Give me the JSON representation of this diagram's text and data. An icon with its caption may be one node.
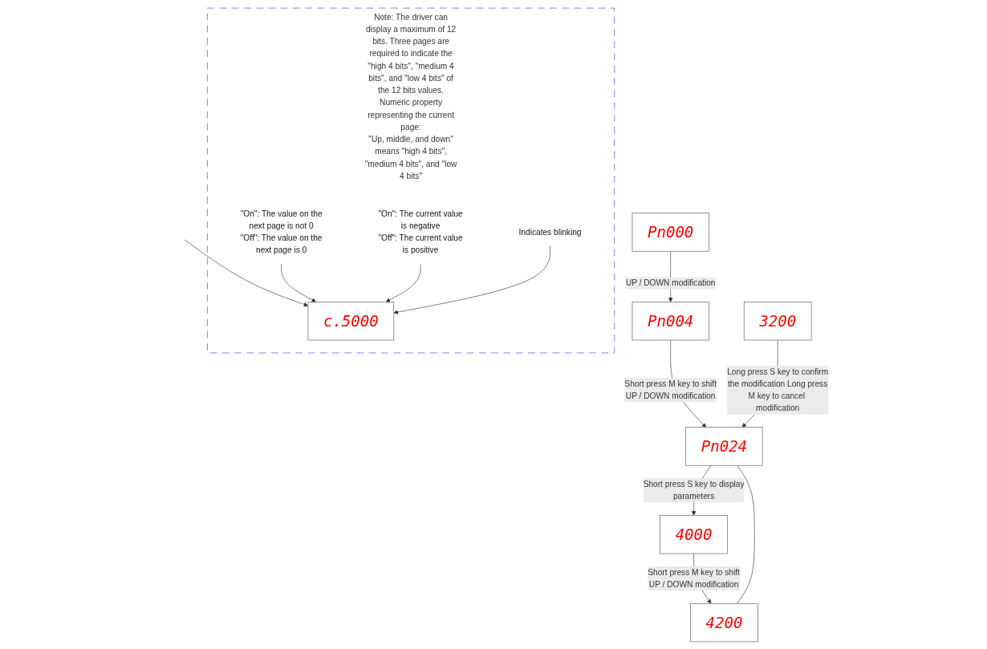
{
  "diagram": {
    "nodes": [
      {
        "text": [
          "Note: The driver can display a maximum of 12 bits. Three pages are required to indicate the \"high 4 bits\", \"medium 4 bits\", and \"low 4 bits\" of the 12 bits values.",
          "Numeric property representing the current page:",
          "\"Up, middle, and down\" means \"high 4 bits\", \"medium 4 bits\", and  \"low 4 bits\""
        ]
      },
      {
        "text": [
          "\"On\": The value on the next page is not 0",
          "\"Off\": The value on the next page is 0"
        ],
        "in": 0
      },
      {
        "text": [
          "c.5000"
        ],
        "in": 0
      },
      {
        "text": [
          "\"On\": The current value is negative",
          "\"Off\": The current value is positive"
        ],
        "in": 0
      },
      {
        "text": [
          "Indicates blinking"
        ],
        "in": 0
      },
      {
        "text": [
          "Pn000"
        ]
      },
      {
        "text": [
          "Pn004"
        ]
      },
      {
        "text": [
          "Pn024"
        ]
      },
      {
        "text": [
          "4000"
        ]
      },
      {
        "text": [
          "3200"
        ]
      },
      {
        "text": [
          "4200"
        ]
      }
    ],
    "edges": [
      {
        "from": null,
        "to": 2,
        "arrow": "to"
      },
      {
        "from": 1,
        "to": 2,
        "arrow": "to"
      },
      {
        "from": 3,
        "to": 2,
        "arrow": "to"
      },
      {
        "from": 4,
        "to": 2,
        "arrow": "to"
      },
      {
        "from": 5,
        "to": 6,
        "arrow": "to",
        "label": "UP / DOWN modification"
      },
      {
        "from": 6,
        "to": 7,
        "arrow": "to",
        "label": "Short press M key to shift UP / DOWN modification"
      },
      {
        "from": 7,
        "to": 8,
        "arrow": "to",
        "label": "Short press S key to display parameters"
      },
      {
        "from": 8,
        "to": 10,
        "arrow": "to",
        "label": "Short press M key to shift UP / DOWN modification"
      },
      {
        "from": 10,
        "to": 7,
        "arrow": "none"
      },
      {
        "from": 9,
        "to": 7,
        "arrow": "to",
        "label": "Long press S key to confirm the modification Long press M key to cancel modification"
      }
    ]
  }
}
